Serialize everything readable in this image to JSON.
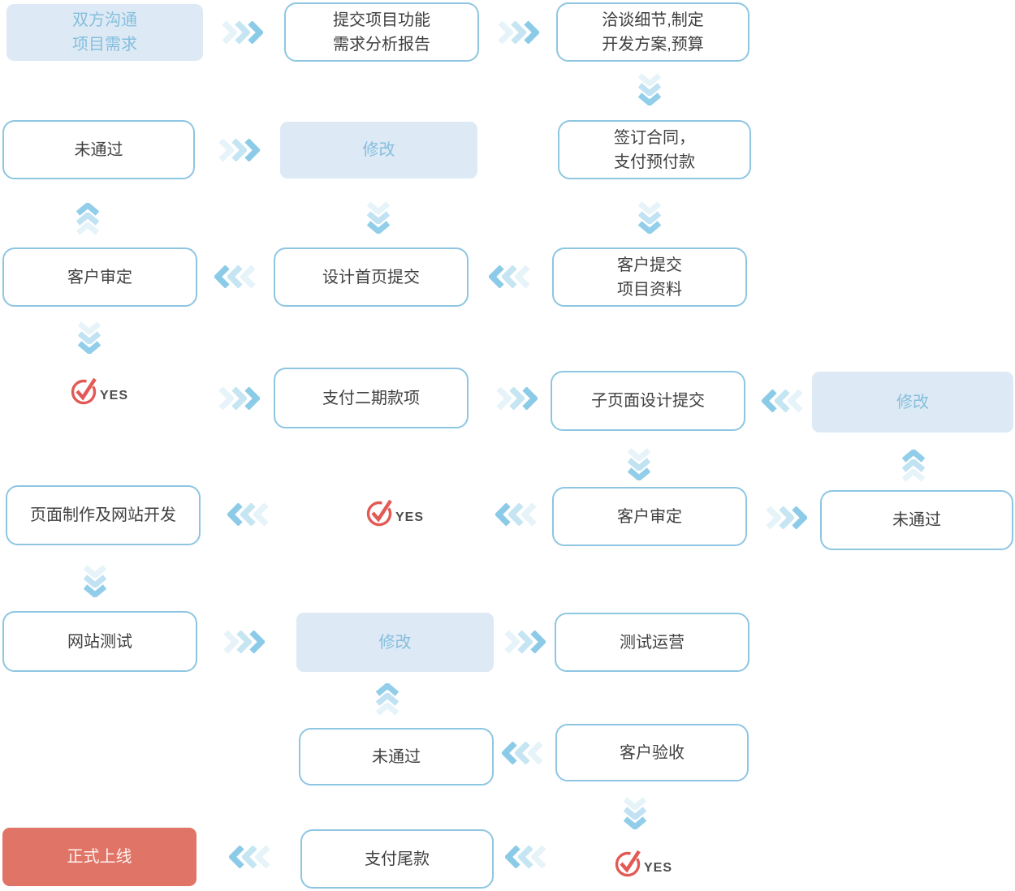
{
  "palette": {
    "box_border": "#8ec6e2",
    "box_text": "#3f3f3f",
    "filled_bg": "#ddeaf5",
    "filled_text": "#85bedd",
    "arrow": "#8ccbe8",
    "final_bg": "#e07466",
    "final_text": "#fdf3f1",
    "yes_red": "#e25a56",
    "yes_text": "#4d4d4d"
  },
  "flowchart": {
    "yes_label": "YES",
    "nodes": {
      "communicate_requirements": "双方沟通\n项目需求",
      "submit_requirement_report": "提交项目功能\n需求分析报告",
      "negotiate_plan_budget": "洽谈细节,制定\n开发方案,预算",
      "not_passed_1": "未通过",
      "revise_1": "修改",
      "sign_contract_prepay": "签订合同，\n支付预付款",
      "client_review_1": "客户审定",
      "homepage_design_submit": "设计首页提交",
      "client_submit_materials": "客户提交\n项目资料",
      "pay_second_installment": "支付二期款项",
      "subpage_design_submit": "子页面设计提交",
      "revise_2": "修改",
      "page_production_dev": "页面制作及网站开发",
      "client_review_2": "客户审定",
      "not_passed_2": "未通过",
      "site_testing": "网站测试",
      "revise_3": "修改",
      "test_operation": "测试运营",
      "not_passed_3": "未通过",
      "client_acceptance": "客户验收",
      "official_launch": "正式上线",
      "pay_final_balance": "支付尾款"
    }
  }
}
